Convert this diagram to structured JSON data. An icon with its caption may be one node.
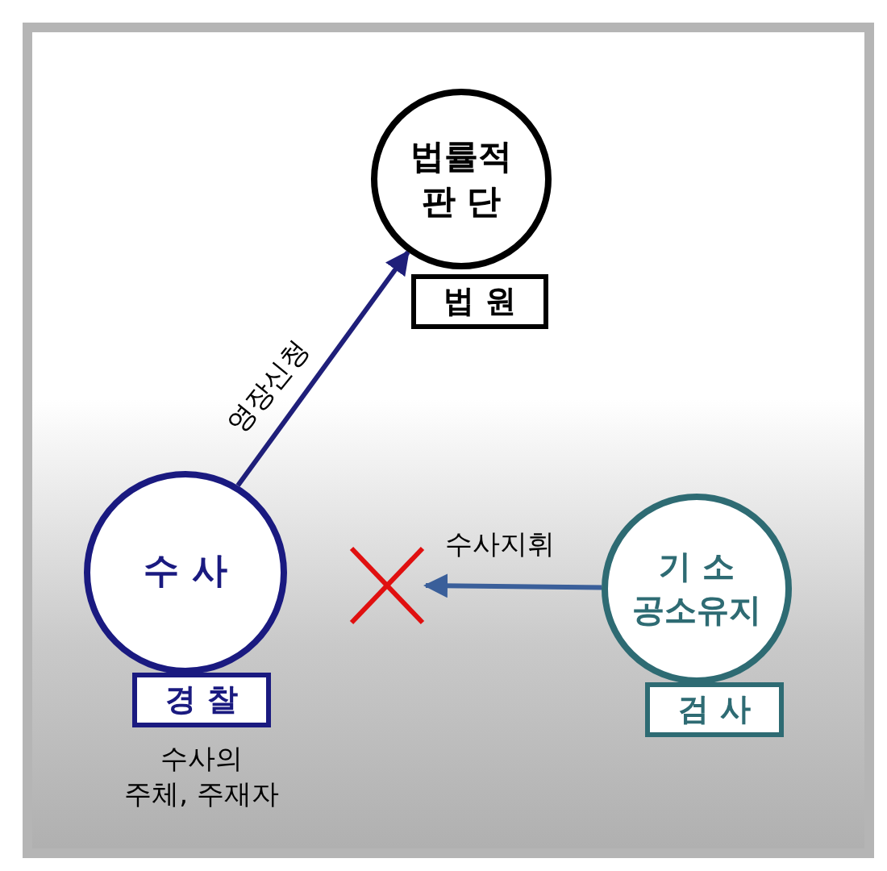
{
  "diagram": {
    "nodes": [
      {
        "text": [
          "법률적 판 단"
        ]
      },
      {
        "text": [
          "법 원"
        ]
      },
      {
        "text": [
          "수 사"
        ]
      },
      {
        "text": [
          "경 찰"
        ],
        "beside": [
          "수사의",
          "주체, 주재자"
        ]
      },
      {
        "text": [
          "기 소",
          "공소유지"
        ]
      },
      {
        "text": [
          "검 사"
        ]
      },
      {
        "text": [],
        "shape": "cross"
      }
    ],
    "edges": [
      {
        "from": 2,
        "to": 0,
        "arrow": "to",
        "label": "영장신청",
        "color": "#1f1f7a"
      },
      {
        "from": 4,
        "to": 6,
        "arrow": "to",
        "label": "수사지휘",
        "color": "#3a5f9a"
      }
    ]
  }
}
